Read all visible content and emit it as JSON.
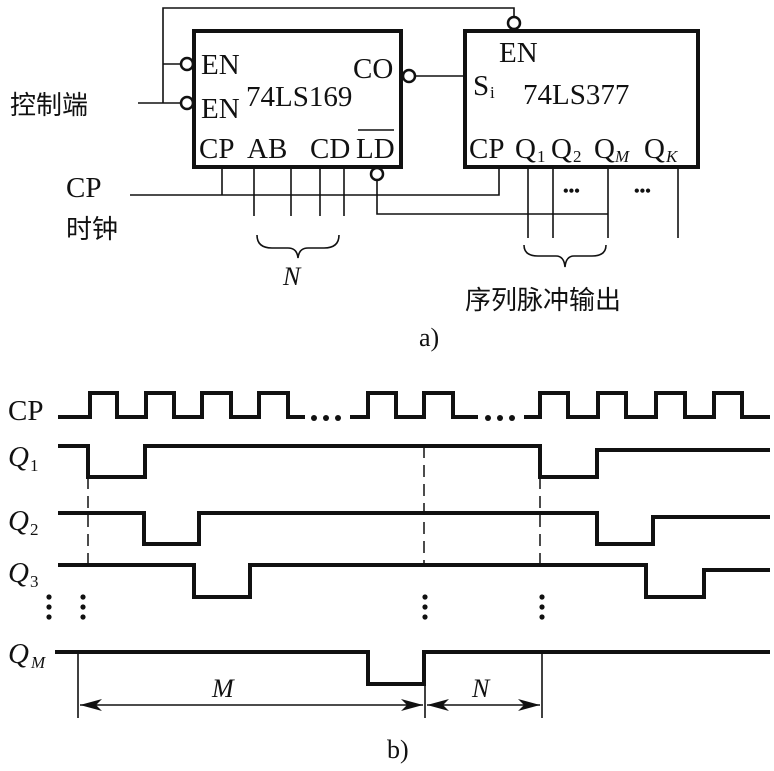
{
  "figure_a": {
    "caption": "a)",
    "control_label": "控制端",
    "clock_label_top": "CP",
    "clock_label_bottom": "时钟",
    "chip1": {
      "name": "74LS169",
      "pins": {
        "en1": "EN",
        "en2": "EN",
        "co": "CO",
        "cp": "CP",
        "ab": "AB",
        "cd": "CD",
        "ld": "LD"
      }
    },
    "chip2": {
      "name": "74LS377",
      "pins": {
        "en": "EN",
        "si": "S",
        "si_sub": "i",
        "cp": "CP",
        "q": "Q",
        "q1_sub": "1",
        "q2_sub": "2",
        "qm_sub": "M",
        "qk_sub": "K"
      }
    },
    "n_label": "N",
    "ellipsis": "•••",
    "output_label": "序列脉冲输出"
  },
  "figure_b": {
    "caption": "b)",
    "signals": [
      {
        "name": "CP",
        "sub": ""
      },
      {
        "name": "Q",
        "sub": "1"
      },
      {
        "name": "Q",
        "sub": "2"
      },
      {
        "name": "Q",
        "sub": "3"
      },
      {
        "name": "Q",
        "sub": "M"
      }
    ],
    "ellipsis": "…",
    "m_label": "M",
    "n_label": "N"
  }
}
